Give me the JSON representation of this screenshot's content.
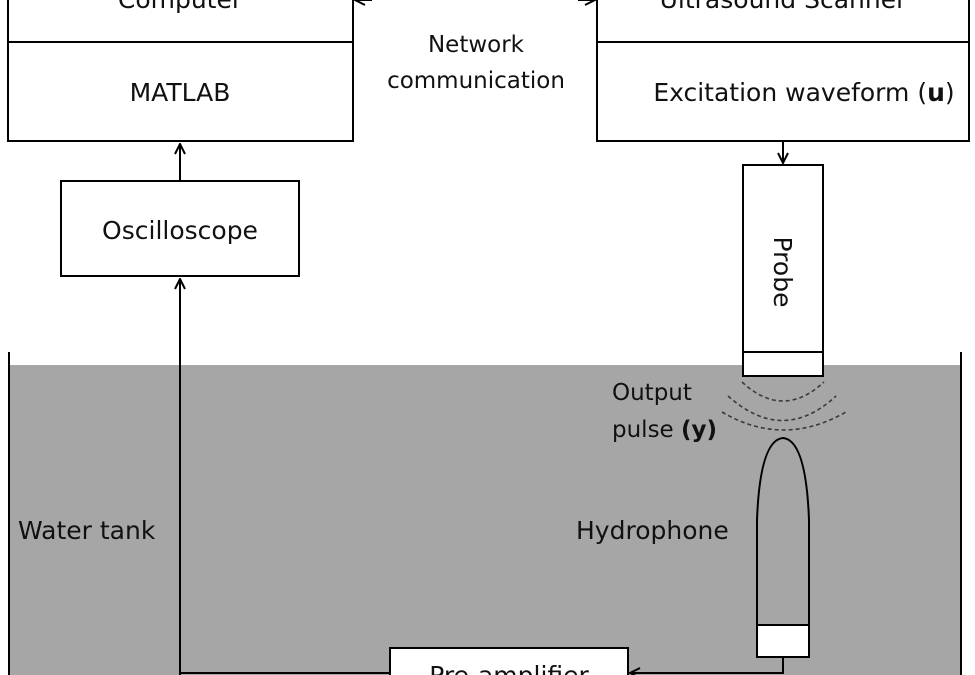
{
  "labels": {
    "computer": "Computer",
    "matlab": "MATLAB",
    "scanner": "Ultrasound Scanner",
    "excitation_text": "Excitation waveform (",
    "excitation_var": "u",
    "excitation_close": ")",
    "network_line1": "Network",
    "network_line2": "communication",
    "oscilloscope": "Oscilloscope",
    "probe": "Probe",
    "output_line1": "Output",
    "output_line2_text": "pulse ",
    "output_line2_var": "(y)",
    "hydrophone": "Hydrophone",
    "water_tank": "Water tank",
    "preamplifier": "Pre-amplifier"
  },
  "colors": {
    "water": "#a6a6a6",
    "stroke": "#000000",
    "text": "#111111"
  }
}
